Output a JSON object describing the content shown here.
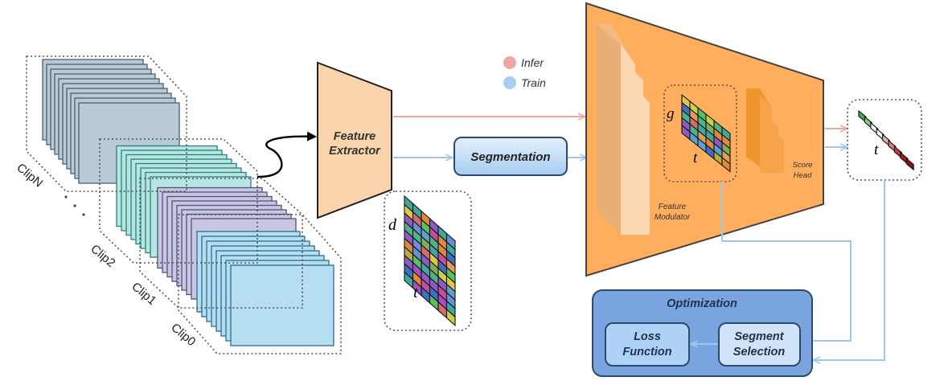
{
  "legend": {
    "infer_label": "Infer",
    "train_label": "Train",
    "infer_color": "#f4a3a3",
    "train_color": "#a7cdf3"
  },
  "clips": {
    "labels": [
      "ClipN",
      "Clip2",
      "Clip1",
      "Clip0"
    ],
    "colors": {
      "clipN": "#b9c9d6",
      "clip2": "#b6e6e2",
      "clip1": "#c8c6e0",
      "clip0": "#b5def1"
    }
  },
  "feature_extractor": {
    "line1": "Feature",
    "line2": "Extractor",
    "color": "#f9d4ad"
  },
  "segmentation": {
    "label": "Segmentation"
  },
  "feature_matrix": {
    "row_label": "d",
    "col_label": "t"
  },
  "feature_modulator": {
    "line1": "Feature",
    "line2": "Modulator",
    "color": "#ffae5e",
    "inner_matrix": {
      "row_label": "g",
      "col_label": "t"
    }
  },
  "score_head": {
    "line1": "Score",
    "line2": "Head"
  },
  "score_vector": {
    "label": "t"
  },
  "optimization": {
    "title": "Optimization",
    "loss_line1": "Loss",
    "loss_line2": "Function",
    "seg_line1": "Segment",
    "seg_line2": "Selection"
  }
}
